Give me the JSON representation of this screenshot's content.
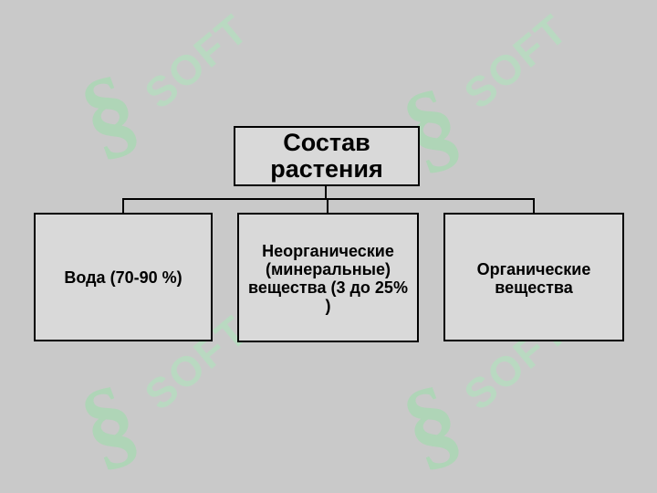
{
  "diagram": {
    "root": {
      "label": "Состав растения"
    },
    "children": [
      {
        "label": "Вода (70-90 %)"
      },
      {
        "label": "Неорганические (минеральные) вещества (3 до 25% )"
      },
      {
        "label": "Органические вещества"
      }
    ]
  },
  "watermark": {
    "text": "SOFT"
  },
  "colors": {
    "background": "#c9c9c9",
    "box_fill": "#d9d9d9",
    "border": "#000000",
    "watermark": "#b7dcc0"
  }
}
